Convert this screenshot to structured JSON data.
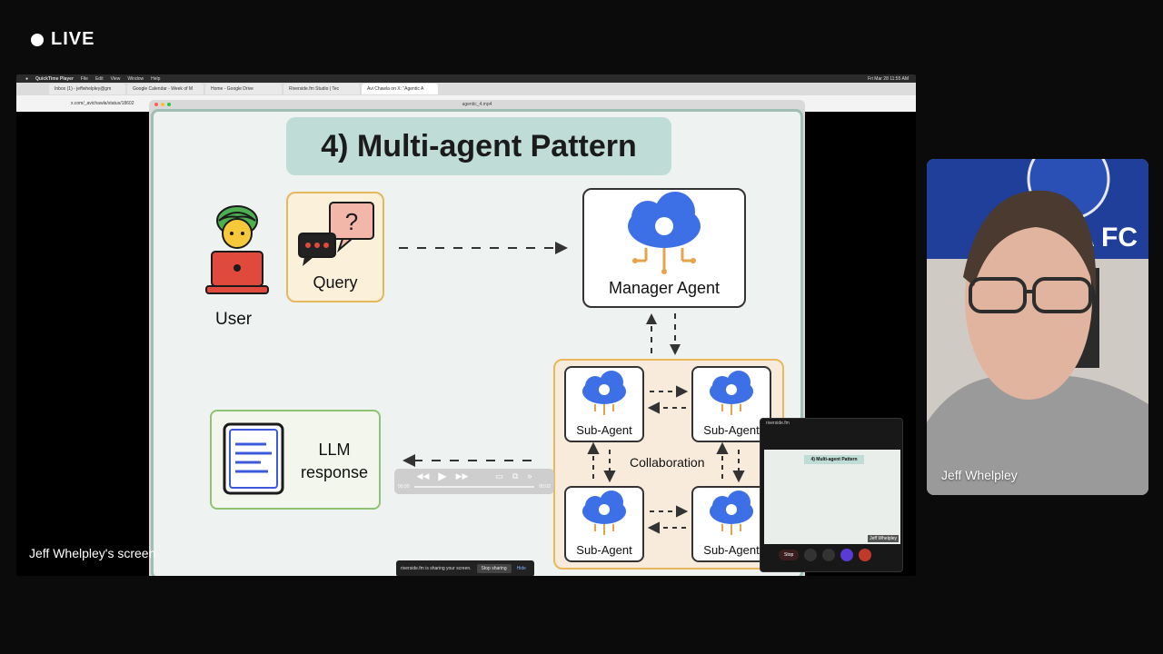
{
  "stream": {
    "live_label": "LIVE"
  },
  "mac": {
    "app": "QuickTime Player",
    "menus": [
      "File",
      "Edit",
      "View",
      "Window",
      "Help"
    ],
    "clock": "Fri Mar 28  11:55 AM"
  },
  "browser": {
    "tabs": [
      "Inbox (1) - jeffwhelpley@gm",
      "Google Calendar - Week of M",
      "Home - Google Drive",
      "Riverside.fm Studio | Tec",
      "Avi Chawla on X: \"Agentic A"
    ],
    "url": "x.com/_avichawla/status/18602"
  },
  "player": {
    "filename": "agentic_4.mp4",
    "time_current": "00:00",
    "time_end": "00:02"
  },
  "slide": {
    "title": "4) Multi-agent Pattern",
    "user_label": "User",
    "query_label": "Query",
    "query_mark": "?",
    "manager_label": "Manager Agent",
    "sub_label": "Sub-Agent",
    "collab_label": "Collaboration",
    "llm_line1": "LLM",
    "llm_line2": "response"
  },
  "share_toast": {
    "text": "riverside.fm is sharing your screen.",
    "stop": "Stop sharing",
    "hide": "Hide"
  },
  "mini": {
    "title": "riverside.fm",
    "stop_label": "Stop",
    "slide_title": "4) Multi-agent Pattern",
    "person_name": "Jeff Whelpley"
  },
  "camera": {
    "name": "Jeff Whelpley",
    "banner": "A FC"
  },
  "screen_caption": "Jeff Whelpley's screen",
  "colors": {
    "cloud": "#3d6fe6",
    "circuit": "#e6a34a",
    "laptop": "#e04a3c",
    "doc": "#3b5bdb"
  }
}
